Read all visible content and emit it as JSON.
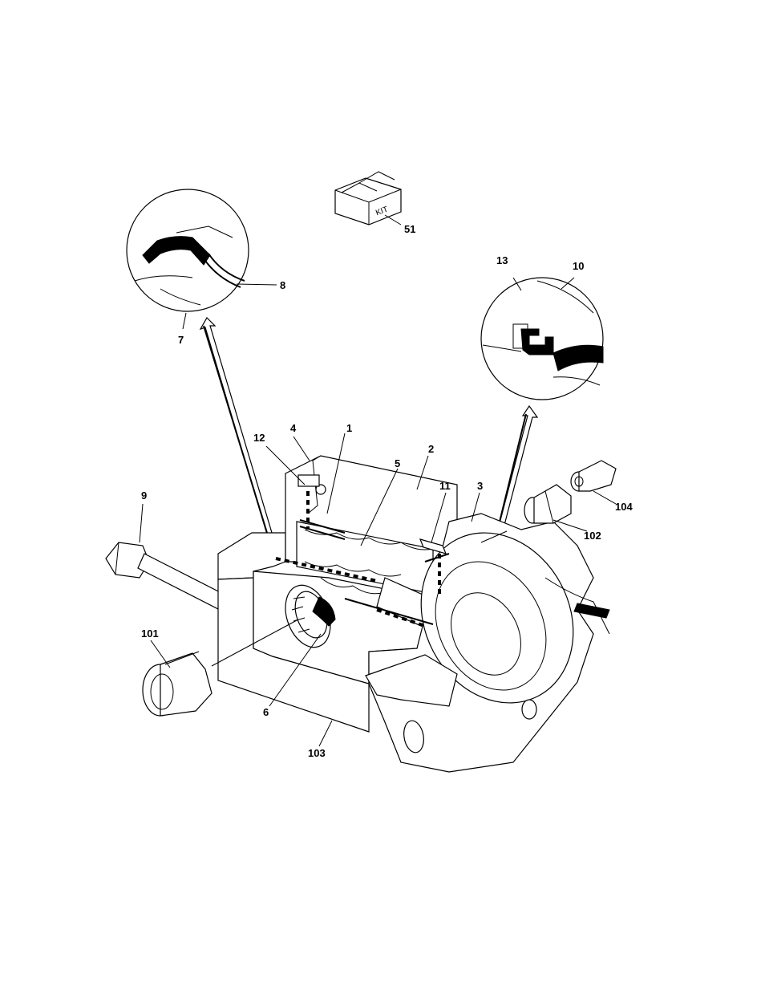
{
  "diagram": {
    "kit_label": "KIT",
    "callouts": [
      {
        "id": "51",
        "text": "51"
      },
      {
        "id": "8",
        "text": "8"
      },
      {
        "id": "7",
        "text": "7"
      },
      {
        "id": "13",
        "text": "13"
      },
      {
        "id": "10",
        "text": "10"
      },
      {
        "id": "12",
        "text": "12"
      },
      {
        "id": "4",
        "text": "4"
      },
      {
        "id": "1",
        "text": "1"
      },
      {
        "id": "2",
        "text": "2"
      },
      {
        "id": "5",
        "text": "5"
      },
      {
        "id": "11",
        "text": "11"
      },
      {
        "id": "3",
        "text": "3"
      },
      {
        "id": "9",
        "text": "9"
      },
      {
        "id": "104",
        "text": "104"
      },
      {
        "id": "102",
        "text": "102"
      },
      {
        "id": "101",
        "text": "101"
      },
      {
        "id": "6",
        "text": "6"
      },
      {
        "id": "103",
        "text": "103"
      }
    ]
  }
}
